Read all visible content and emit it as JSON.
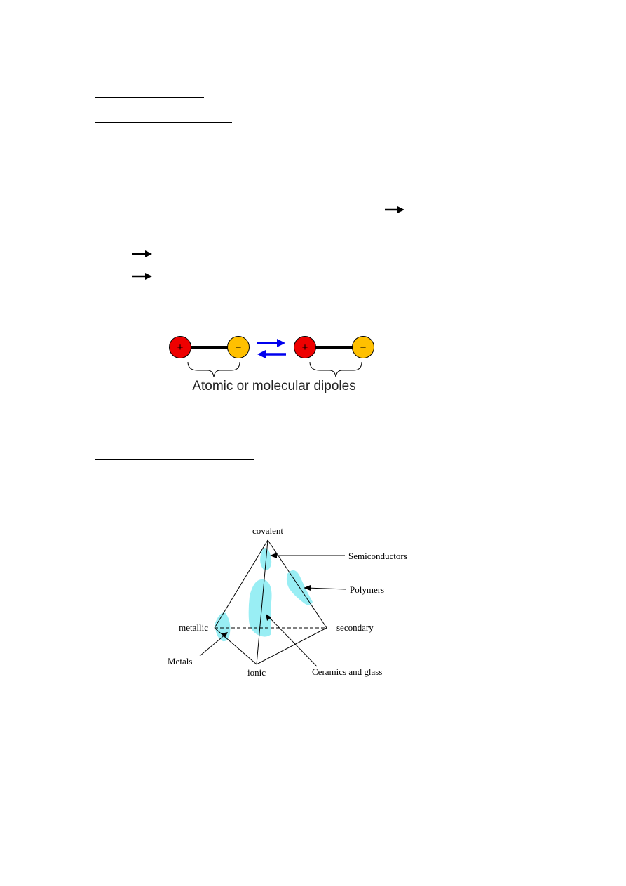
{
  "dipole_figure": {
    "caption": "Atomic or molecular dipoles",
    "plus_sign": "+",
    "minus_sign": "−",
    "colors": {
      "positive": "#ee0000",
      "negative": "#ffc000",
      "equilibrium_arrows": "#0000ee"
    }
  },
  "bonding_tetrahedron": {
    "vertices": {
      "top": "covalent",
      "left": "metallic",
      "right": "secondary",
      "bottom": "ionic"
    },
    "regions": {
      "semiconductors": "Semiconductors",
      "polymers": "Polymers",
      "metals": "Metals",
      "ceramics": "Ceramics and glass"
    },
    "region_color": "#99eef4"
  }
}
